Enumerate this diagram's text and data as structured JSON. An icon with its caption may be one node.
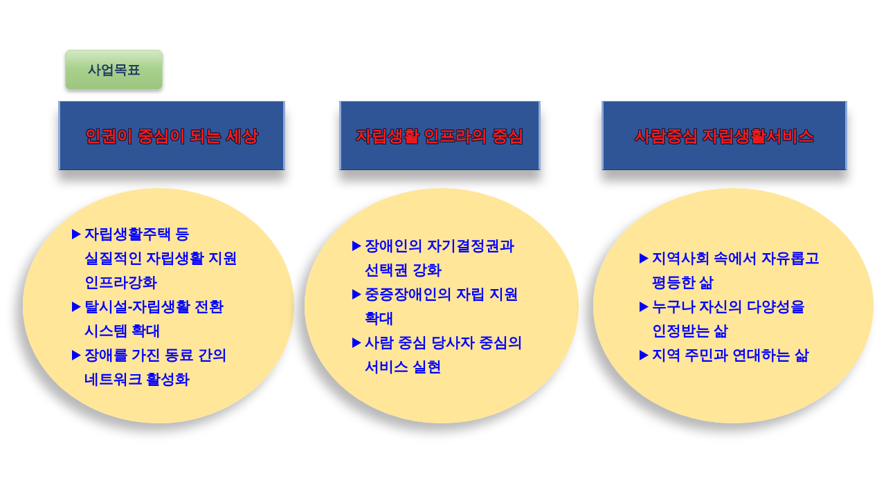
{
  "diagram": {
    "nodes": [
      {
        "text": [
          "사업목표"
        ]
      },
      {
        "text": [
          "인권이 중심이 되는 세상"
        ]
      },
      {
        "text": [
          "자립생활 인프라의 중심"
        ]
      },
      {
        "text": [
          "사람중심 자립생활서비스"
        ]
      },
      {
        "text": [
          "자립생활주택 등 실질적인 자립생활 지원 인프라강화",
          "탈시설-자립생활 전환 시스템 확대",
          "장애를 가진 동료 간의 네트워크 활성화"
        ]
      },
      {
        "text": [
          "장애인의 자기결정권과 선택권 강화",
          "중증장애인의 자립 지원 확대",
          "사람 중심 당사자 중심의 서비스 실현"
        ]
      },
      {
        "text": [
          "지역사회 속에서 자유롭고 평등한 삶",
          "누구나 자신의 다양성을 인정받는 삶",
          "지역 주민과 연대하는 삶"
        ]
      }
    ]
  }
}
